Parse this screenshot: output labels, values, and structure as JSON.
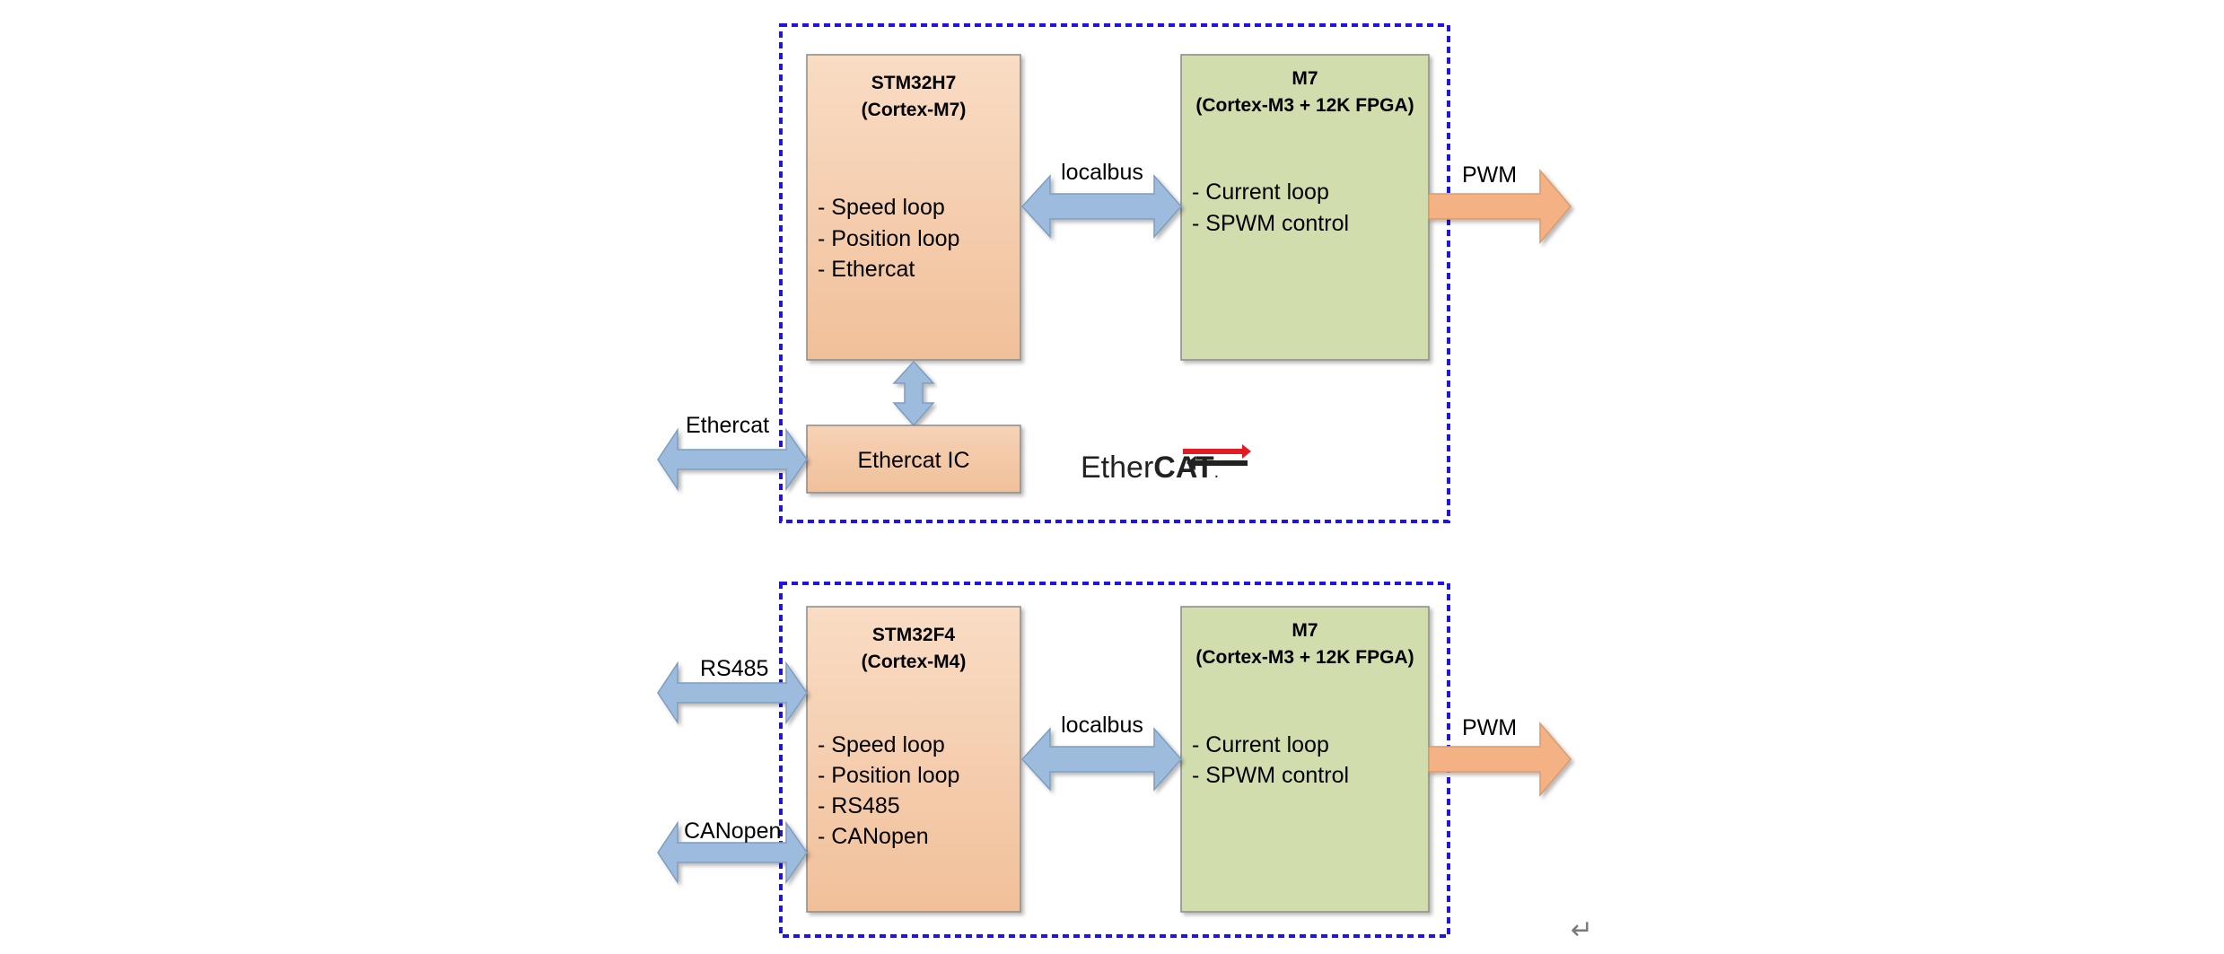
{
  "colors": {
    "mcu_fill_top": "#F9DCC4",
    "mcu_fill_bottom": "#F1C09A",
    "fpga_fill": "#D2DDAE",
    "box_stroke": "#8A8A8A",
    "bus_arrow": "#9DBBDC",
    "pwm_arrow": "#F4B183",
    "dashed_border": "#1F14E6",
    "logo_red": "#E31B23"
  },
  "diagram_top": {
    "mcu": {
      "title_line1": "STM32H7",
      "title_line2": "(Cortex-M7)",
      "items": [
        "- Speed loop",
        "- Position loop",
        "- Ethercat"
      ]
    },
    "fpga": {
      "title_line1": "M7",
      "title_line2": "(Cortex-M3 + 12K FPGA)",
      "items": [
        "- Current loop",
        "- SPWM control"
      ]
    },
    "bus_label": "localbus",
    "output_label": "PWM",
    "ethercat_ic_label": "Ethercat IC",
    "ext_label": "Ethercat",
    "logo": {
      "text_part1": "Ether",
      "text_part2": "CAT",
      "suffix": "."
    }
  },
  "diagram_bottom": {
    "mcu": {
      "title_line1": "STM32F4",
      "title_line2": "(Cortex-M4)",
      "items": [
        "- Speed loop",
        "- Position loop",
        "- RS485",
        "- CANopen"
      ]
    },
    "fpga": {
      "title_line1": "M7",
      "title_line2": "(Cortex-M3 + 12K FPGA)",
      "items": [
        "- Current loop",
        "- SPWM control"
      ]
    },
    "bus_label": "localbus",
    "output_label": "PWM",
    "ext_label_1": "RS485",
    "ext_label_2": "CANopen"
  },
  "return_symbol": "↵"
}
